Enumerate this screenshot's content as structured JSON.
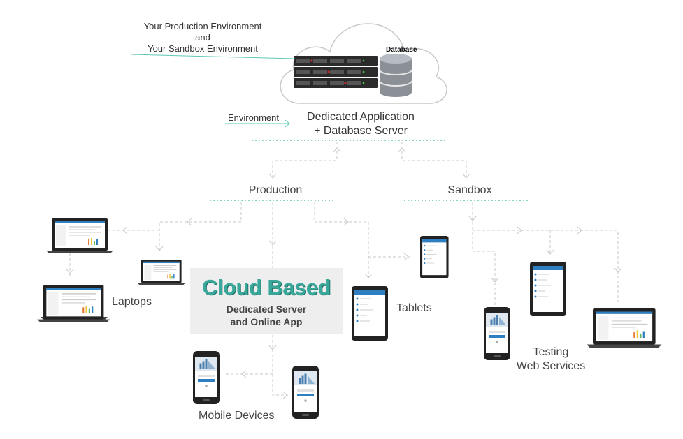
{
  "environment_note": {
    "lines": [
      "Your Production Environment",
      "and",
      "Your Sandbox Environment"
    ]
  },
  "database_tag": "Database",
  "environment_label": "Environment",
  "server_title": {
    "line1": "Dedicated Application",
    "line2": "+ Database Server"
  },
  "branches": {
    "production": "Production",
    "sandbox": "Sandbox"
  },
  "center_box": {
    "title": "Cloud Based",
    "subtitle_line1": "Dedicated Server",
    "subtitle_line2": "and Online App"
  },
  "device_groups": {
    "laptops": "Laptops",
    "tablets": "Tablets",
    "mobile": "Mobile Devices",
    "testing_line1": "Testing",
    "testing_line2": "Web Services"
  },
  "colors": {
    "accent_teal": "#39a89a",
    "connector_gray": "#c8c8c8",
    "device_dark": "#222222",
    "screen_blue": "#2d7fc1"
  }
}
